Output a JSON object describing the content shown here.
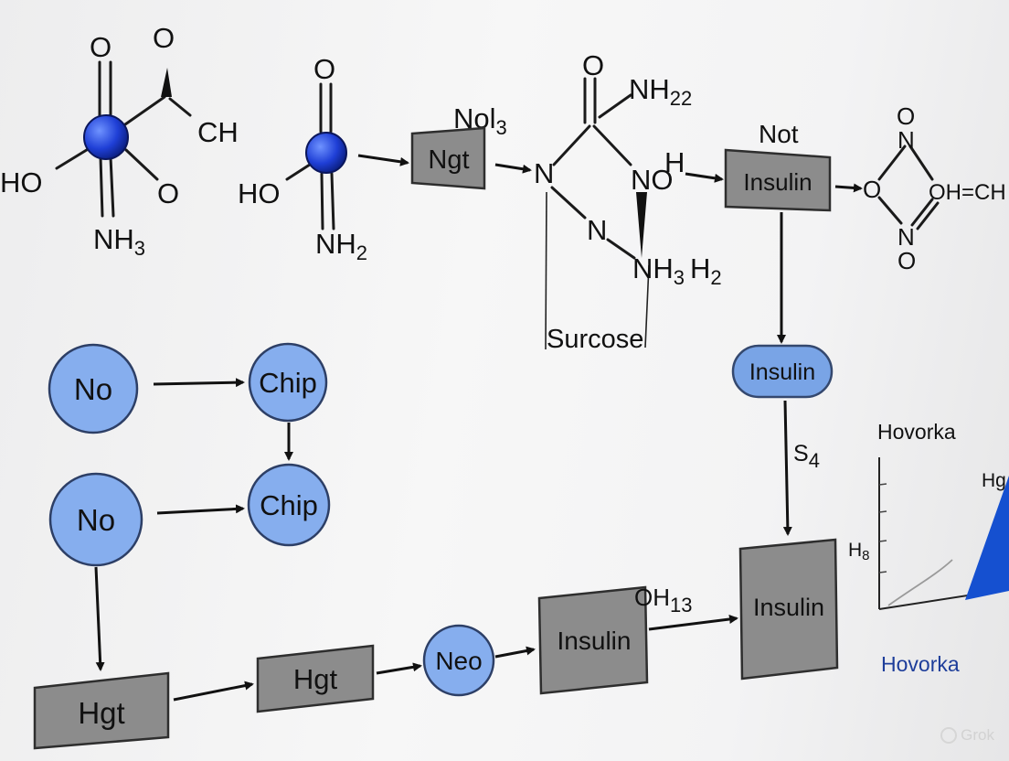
{
  "molecules": {
    "m1": {
      "o_top": "O",
      "o_right_top": "O",
      "ch": "CH",
      "ho": "HO",
      "o_right": "O",
      "nh": "NH",
      "nh_sub": "3"
    },
    "m2": {
      "o_top": "O",
      "ho": "HO",
      "nh": "NH",
      "nh_sub": "2"
    },
    "m3": {
      "o_top": "O",
      "nh_top": "NH",
      "nh_top_sub": "22",
      "n_left": "N",
      "no": "NO",
      "h": "H",
      "n_mid": "N",
      "nh_bottom": "NH",
      "nh_bottom_sub1": "3",
      "h2": "H",
      "h2_sub": "2",
      "sucrose": "Surcose"
    },
    "m4": {
      "n_top": "N",
      "o_top": "O",
      "o_left": "O",
      "oh": "OH=CH",
      "n_bottom": "N",
      "o_bottom": "O"
    }
  },
  "labels": {
    "nol": "Nol",
    "nol_sub": "3",
    "not": "Not",
    "oh_lower": "OH",
    "oh_lower_sub": "13",
    "s4": "S",
    "s4_sub": "4"
  },
  "nodes": {
    "ngt": "Ngt",
    "insulin_top": "Insulin",
    "no1": "No",
    "chip1": "Chip",
    "no2": "No",
    "chip2": "Chip",
    "insulin_pill": "Insulin",
    "hgt1": "Hgt",
    "hgt2": "Hgt",
    "neo": "Neo",
    "insulin_mid": "Insulin",
    "insulin_big": "Insulin"
  },
  "inset": {
    "title": "Hovorka",
    "y_label": "H",
    "y_label_sub": "8",
    "corner": "Hg",
    "caption": "Hovorka"
  },
  "colors": {
    "atom_blue": "#1f3fd6",
    "node_blue": "#86aeee",
    "pill_blue": "#79a4e6",
    "box_gray": "#8c8c8c",
    "area_blue": "#1550d0",
    "caption_blue": "#1d3d9a"
  },
  "watermark": "Grok"
}
